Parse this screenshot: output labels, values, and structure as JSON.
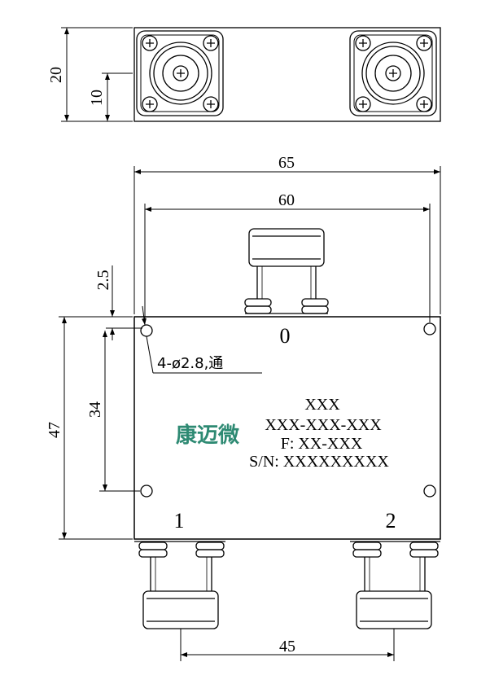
{
  "dimensions": {
    "top_height": "20",
    "top_center": "10",
    "overall_width": "65",
    "hole_spacing_x": "60",
    "hole_offset_top": "2.5",
    "overall_height": "47",
    "hole_spacing_y": "34",
    "port_spacing": "45"
  },
  "hole_callout": "4-ø2.8,通",
  "ports": {
    "input": "0",
    "output_1": "1",
    "output_2": "2"
  },
  "label": {
    "model": "XXX",
    "part_number": "XXX-XXX-XXX",
    "frequency": "F: XX-XXX",
    "serial": "S/N: XXXXXXXXX"
  },
  "brand": {
    "name": "康迈微",
    "color": "#2e8a73"
  }
}
